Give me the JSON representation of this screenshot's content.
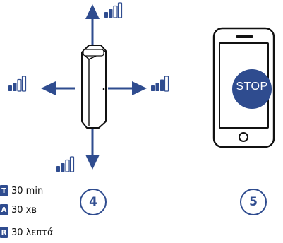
{
  "languages": [
    {
      "code": "T",
      "text": "30 min"
    },
    {
      "code": "A",
      "text": "30 хв"
    },
    {
      "code": "R",
      "text": "30 λεπτά"
    }
  ],
  "steps": [
    {
      "number": "4"
    },
    {
      "number": "5"
    }
  ],
  "phone": {
    "button_label": "STOP"
  },
  "colors": {
    "accent": "#2f4c8f",
    "device_outline": "#111111",
    "background": "#ffffff"
  }
}
